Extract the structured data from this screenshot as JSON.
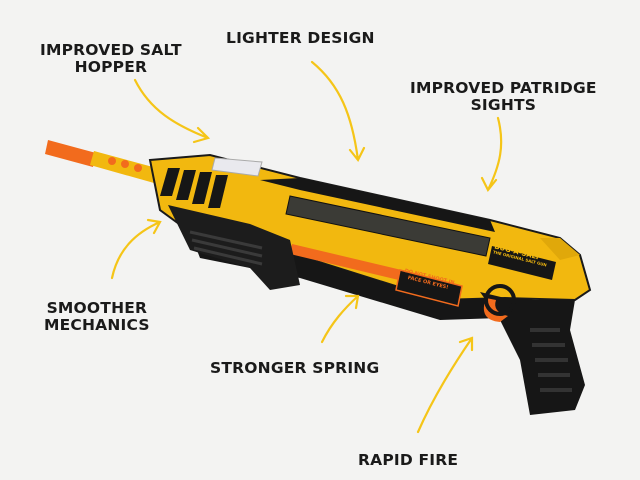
{
  "callouts": {
    "salt_hopper": [
      "IMPROVED SALT",
      "HOPPER"
    ],
    "lighter_design": "LIGHTER DESIGN",
    "patridge_sights": [
      "IMPROVED PATRIDGE",
      "SIGHTS"
    ],
    "smoother_mechanics": [
      "SMOOTHER",
      "MECHANICS"
    ],
    "stronger_spring": "STRONGER SPRING",
    "rapid_fire": "RAPID FIRE"
  },
  "product": {
    "brand": "BUG-A-SALT",
    "tagline": "THE ORIGINAL SALT GUN",
    "warning": [
      "DO NOT SHOOT IN",
      "FACE OR EYES!"
    ]
  },
  "colors": {
    "background": "#f3f3f2",
    "body_yellow": "#f2b80f",
    "accent_orange": "#f26b1d",
    "arrow_yellow": "#f5c518",
    "dark": "#161616"
  }
}
